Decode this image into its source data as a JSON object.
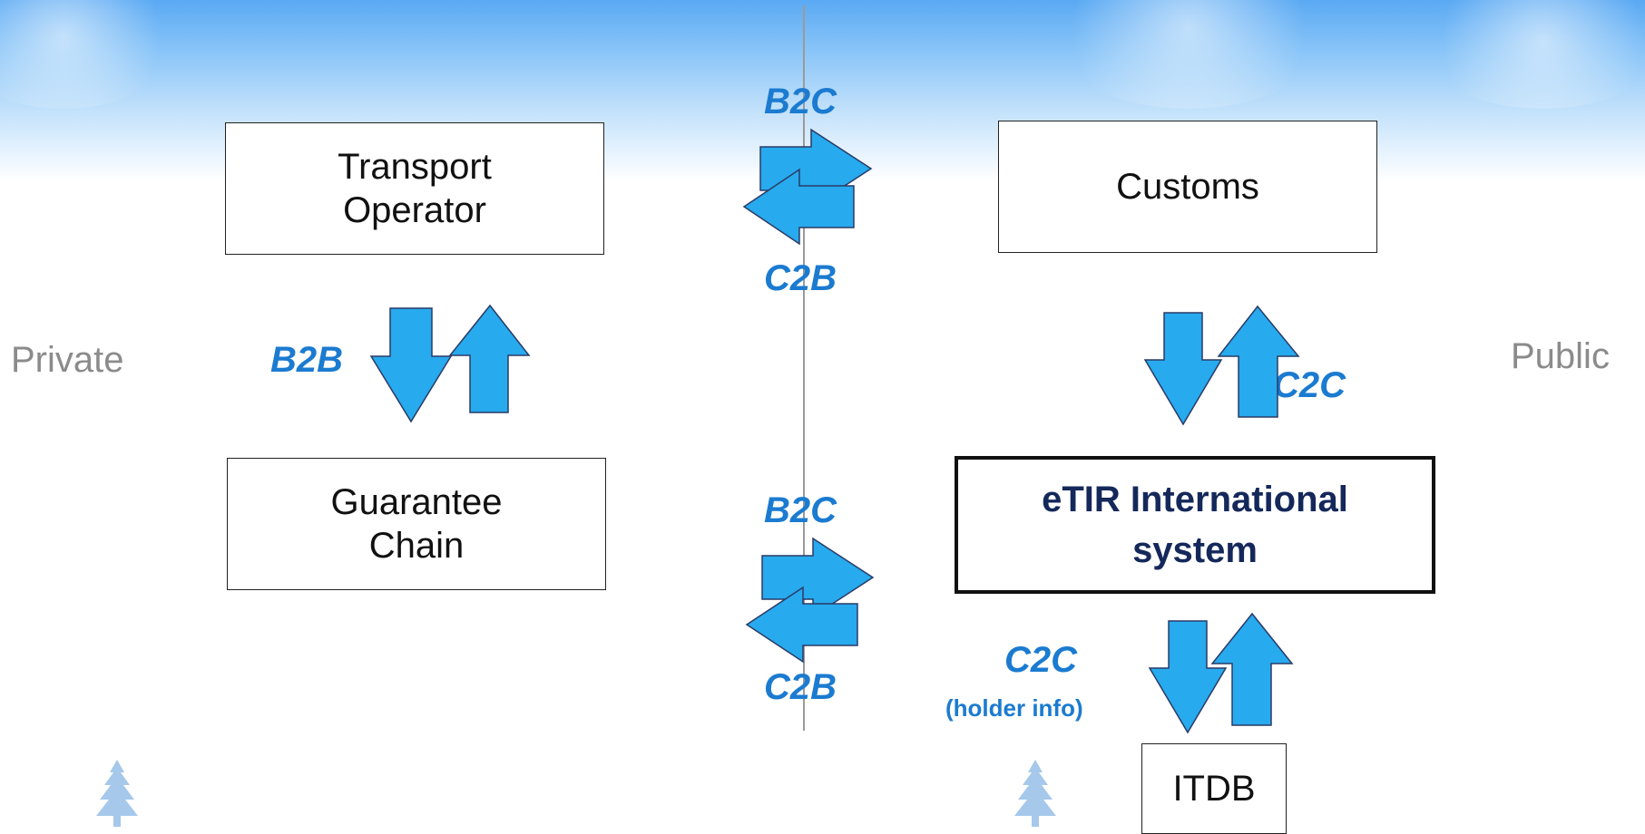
{
  "nodes": {
    "transport_operator": [
      "Transport",
      "Operator"
    ],
    "customs": "Customs",
    "guarantee_chain": [
      "Guarantee",
      "Chain"
    ],
    "etir_system": [
      "eTIR International",
      "system"
    ],
    "itdb": "ITDB"
  },
  "regions": {
    "left": "Private",
    "right": "Public"
  },
  "flows": {
    "top_b2c": "B2C",
    "top_c2b": "C2B",
    "b2b": "B2B",
    "c2c_upper": "C2C",
    "mid_b2c": "B2C",
    "mid_c2b": "C2B",
    "c2c_lower": "C2C",
    "c2c_lower_note": "(holder info)"
  },
  "colors": {
    "arrow_fill": "#27aaee",
    "arrow_stroke": "#2a3b66",
    "flow_label": "#1b7bd0",
    "region_label": "#8b8b8b",
    "main_box_text": "#14285a"
  }
}
